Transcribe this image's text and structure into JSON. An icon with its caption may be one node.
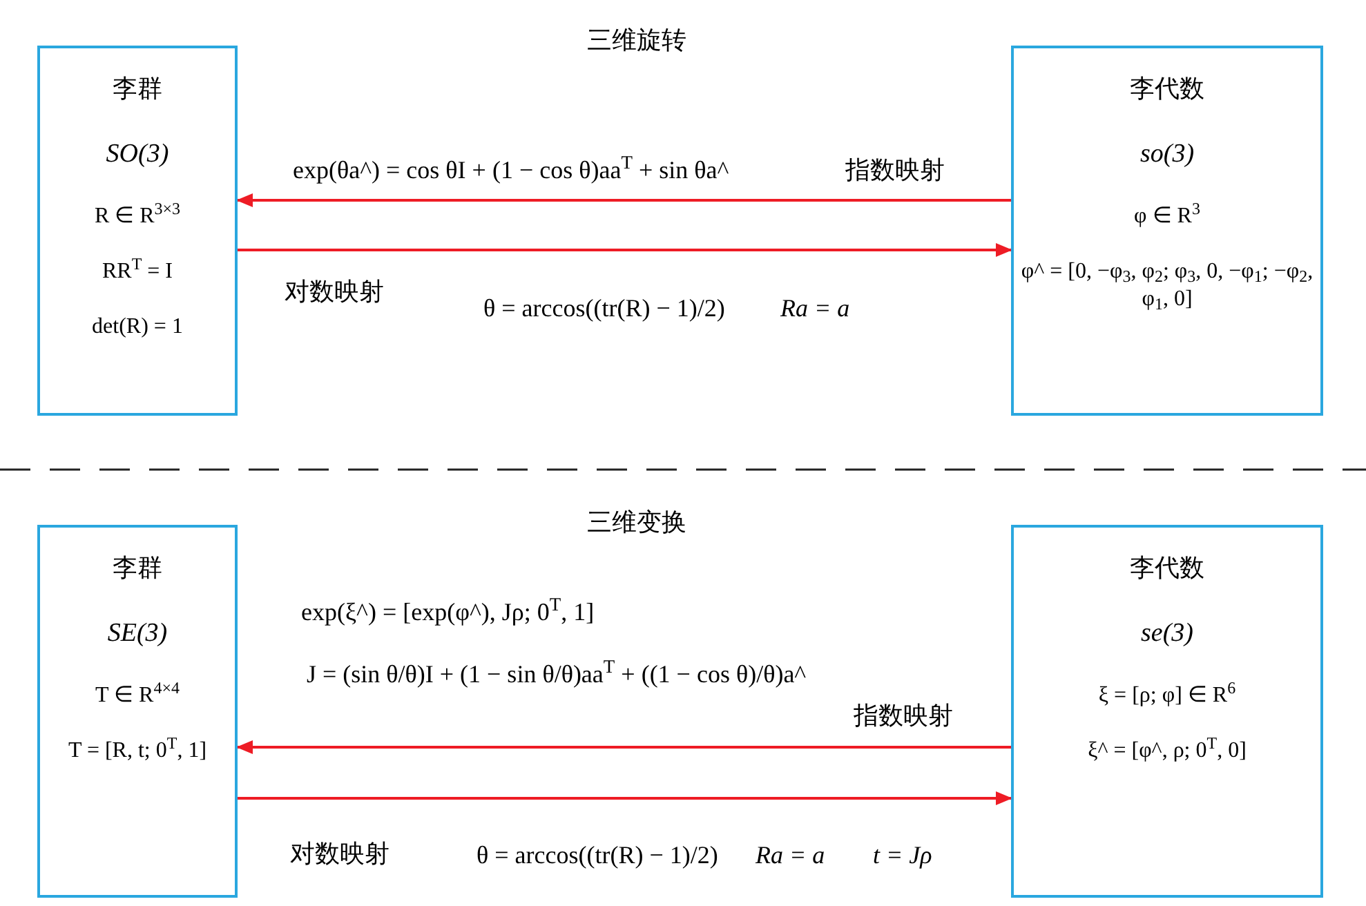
{
  "diagram": {
    "nodes": [
      {
        "text": [
          "李群",
          "SO(3)",
          "R ∈ R$^{3×3}$",
          "RR$^{T}$ = I",
          "det(R) = 1"
        ]
      },
      {
        "text": [
          "李代数",
          "so(3)",
          "φ ∈ R$^{3}$",
          "φ^ = [0, −φ$_{3}$, φ$_{2}$; φ$_{3}$, 0, −φ$_{1}$; −φ$_{2}$, φ$_{1}$, 0]"
        ]
      },
      {
        "text": [
          "李群",
          "SE(3)",
          "T ∈ R$^{4×4}$",
          "T = [R, t; 0$^{T}$, 1]"
        ]
      },
      {
        "text": [
          "李代数",
          "se(3)",
          "ξ = [ρ; φ] ∈ R$^{6}$",
          "ξ^ = [φ^, ρ; 0$^{T}$, 0]"
        ]
      }
    ],
    "edges": [
      {
        "from": 1,
        "to": 0,
        "arrow": "to",
        "label": "指数映射"
      },
      {
        "from": 0,
        "to": 1,
        "arrow": "to",
        "label": "对数映射"
      },
      {
        "from": 3,
        "to": 2,
        "arrow": "to",
        "label": "指数映射"
      },
      {
        "from": 2,
        "to": 3,
        "arrow": "to",
        "label": "对数映射"
      }
    ],
    "labels": [
      "三维旋转",
      "exp(θa^) = cos θI + (1 − cos θ)aa$^{T}$ + sin θa^",
      "θ = arccos((tr(R) − 1)/2)",
      "Ra = a",
      "三维变换",
      "exp(ξ^) = [exp(φ^), Jρ; 0$^{T}$, 1]",
      "J = (sin θ/θ)I + (1 − sin θ/θ)aa$^{T}$ + ((1 − cos θ)/θ)a^",
      "θ = arccos((tr(R) − 1)/2)",
      "Ra = a",
      "t = Jρ"
    ]
  }
}
